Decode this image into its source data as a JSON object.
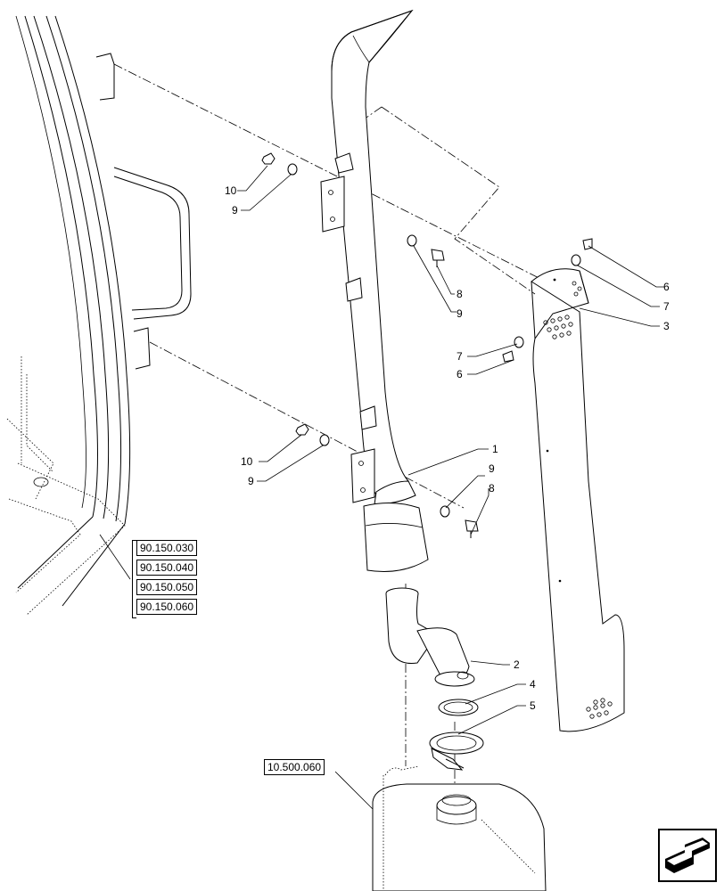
{
  "callouts": {
    "c1": "1",
    "c2": "2",
    "c3": "3",
    "c4": "4",
    "c5": "5",
    "c6a": "6",
    "c6b": "6",
    "c7a": "7",
    "c7b": "7",
    "c8a": "8",
    "c8b": "8",
    "c9a": "9",
    "c9b": "9",
    "c9c": "9",
    "c9d": "9",
    "c10a": "10",
    "c10b": "10"
  },
  "references": {
    "left_group": [
      "90.150.030",
      "90.150.040",
      "90.150.050",
      "90.150.060"
    ],
    "bottom": "10.500.060"
  },
  "nav": {
    "icon": "next-page-arrow-icon"
  }
}
